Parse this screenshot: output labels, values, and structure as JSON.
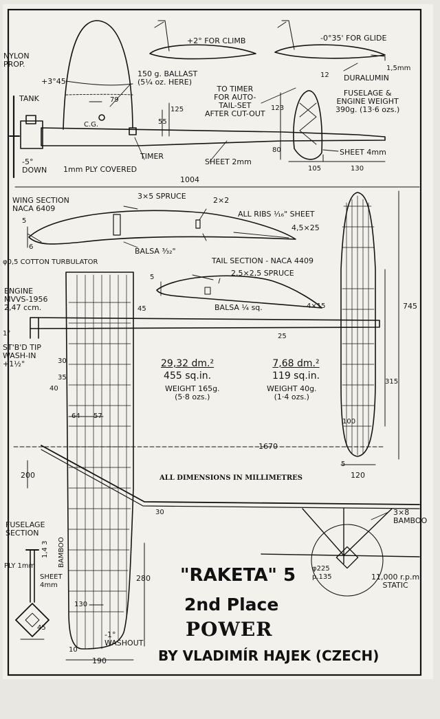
{
  "colors": {
    "paper": "#f3f1ec",
    "ink": "#141414",
    "margin": "#e9e7e2"
  },
  "side_view": {
    "nylon_prop": [
      "NYLON",
      "PROP."
    ],
    "tank": "TANK",
    "thrust_up": "+3°45'",
    "down_thrust": [
      "-5°",
      "DOWN"
    ],
    "ply_covered": "1mm PLY COVERED",
    "timer": "TIMER",
    "sheet": "SHEET 2mm",
    "cg": "C.G.",
    "ballast": [
      "150 g. BALLAST",
      "(5¼ oz. HERE)"
    ],
    "to_timer": [
      "TO TIMER",
      "FOR AUTO-",
      "TAIL-SET",
      "AFTER CUT-OUT"
    ],
    "climb": "+2° FOR CLIMB",
    "glide": "-0°35' FOR GLIDE",
    "duralumin": "DURALUMIN",
    "dur_thk": "1,5mm",
    "fuselage_engine": [
      "FUSELAGE &",
      "ENGINE WEIGHT",
      "390g. (13·6 ozs.)"
    ],
    "fin_sheet": "SHEET 4mm",
    "dims": {
      "d79": "79",
      "d125": "125",
      "d55": "55",
      "d12": "12",
      "d123": "123",
      "d80": "80",
      "d105": "105",
      "d130": "130",
      "d1004": "1004"
    }
  },
  "wing_section": {
    "title": [
      "WING SECTION",
      "NACA 6409"
    ],
    "spruce": "3×5  SPRUCE",
    "spruce2": "2×2",
    "ribs": "ALL RIBS ¹⁄₁₆\" SHEET",
    "te": "4,5×25",
    "balsa": "BALSA ³⁄₃₂\"",
    "turbulator": "φ0,5 COTTON TURBULATOR",
    "d5": "5",
    "d6": "6"
  },
  "tail_section": {
    "title": "TAIL SECTION - NACA 4409",
    "spruce": "2,5×2,5  SPRUCE",
    "balsa": "BALSA ¼ sq.",
    "te": "4×15",
    "d5": "5"
  },
  "plan_view": {
    "engine": [
      "ENGINE",
      "MVVS-1956",
      "2,47 ccm."
    ],
    "one_deg": "1°",
    "tip": [
      "ST'B'D TIP",
      "WASH-IN",
      "+1½°"
    ],
    "wing_area": [
      "29,32 dm.²",
      "455 sq.in."
    ],
    "wing_weight": [
      "WEIGHT 165g.",
      "(5·8 ozs.)"
    ],
    "tail_area": [
      "7,68 dm.²",
      "119 sq.in."
    ],
    "tail_weight": [
      "WEIGHT 40g.",
      "(1·4 ozs.)"
    ],
    "d30": "30",
    "d35": "35",
    "d40": "40",
    "d64": "64",
    "d57": "57",
    "d45": "45",
    "d25": "25",
    "d745": "745",
    "d315": "315",
    "d100": "100",
    "d5": "5",
    "d120": "120",
    "d1670": "1670",
    "d200": "200",
    "d30b": "30",
    "d280": "280",
    "d130": "130",
    "d10": "10",
    "d190": "190",
    "washout": [
      "-1°",
      "WASHOUT"
    ],
    "all_dims": "ALL DIMENSIONS IN MILLIMETRES"
  },
  "front_view": {
    "bamboo": [
      "3×8",
      "BAMBOO"
    ],
    "prop": [
      "φ225",
      "p.135"
    ],
    "rpm": [
      "11,000 r.p.m",
      "STATIC"
    ]
  },
  "fuselage_section": {
    "title": [
      "FUSELAGE",
      "SECTION"
    ],
    "ply": "PLY 1mm",
    "sheet": [
      "SHEET",
      "4mm"
    ],
    "bamboo": "BAMBOO",
    "d14": "1,4 3",
    "d45": "45"
  },
  "title_block": {
    "name": "\"RAKETA\" 5",
    "place": "2nd Place",
    "class": "POWER",
    "author": "BY VLADIMÍR HAJEK (CZECH)"
  }
}
